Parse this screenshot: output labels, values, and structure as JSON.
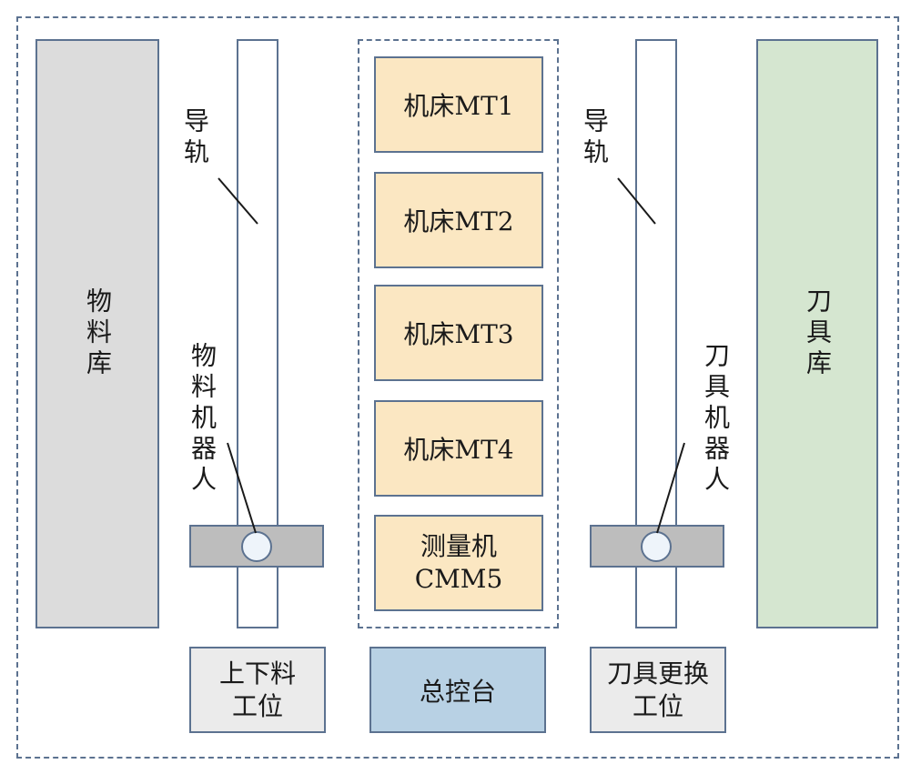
{
  "material_library": "物料库",
  "tool_library": "刀具库",
  "rail_left": "导轨",
  "rail_right": "导轨",
  "material_robot": "物料机器人",
  "tool_robot": "刀具机器人",
  "machines": [
    "机床MT1",
    "机床MT2",
    "机床MT3",
    "机床MT4"
  ],
  "cmm": {
    "line1": "测量机",
    "line2": "CMM5"
  },
  "load_station": {
    "line1": "上下料",
    "line2": "工位"
  },
  "console": "总控台",
  "tool_change_station": {
    "line1": "刀具更换",
    "line2": "工位"
  },
  "colors": {
    "border": "#5c7290",
    "material_library": "#dcdcdc",
    "tool_library": "#d5e6d0",
    "machine": "#fbe7c2",
    "console": "#b8d1e4",
    "station": "#ebebeb",
    "carriage": "#bdbdbd"
  }
}
